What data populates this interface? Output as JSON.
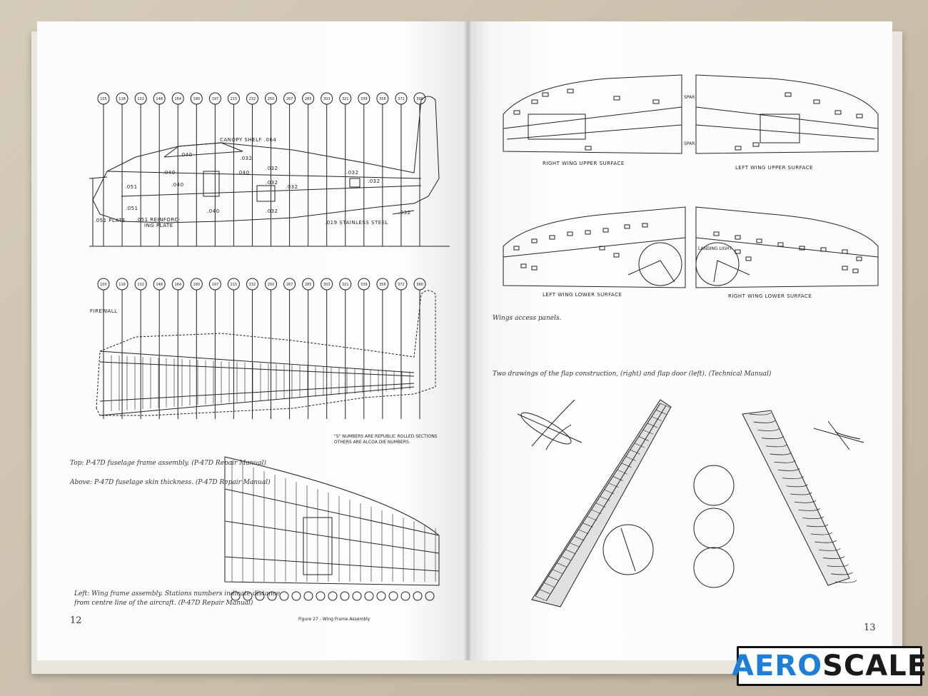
{
  "left_page": {
    "page_number": "12",
    "caption_top": "Top: P-47D fuselage frame assembly. (P-47D Repair Manual)",
    "caption_above": "Above: P-47D fuselage skin thickness. (P-47D Repair Manual)",
    "caption_left_line1": "Left: Wing frame assembly. Stations numbers indicate distance",
    "caption_left_line2": "from centre line of the aircraft. (P-47D Repair Manual)",
    "fig1_labels": {
      "canopy": "CANOPY SHELF .064",
      "stainless": ".019 STAINLESS STEEL",
      "plate": ".051 PLATE",
      "reinforcing1": ".051 REINFORC-",
      "reinforcing2": "ING PLATE"
    },
    "fig1_thickness": [
      ".040",
      ".032",
      ".032",
      ".032",
      ".040",
      ".040",
      ".051",
      ".040",
      ".032",
      ".032",
      ".032",
      ".032",
      ".040",
      ".032",
      ".051"
    ],
    "fig1_stations": [
      "105",
      "118",
      "132",
      "148",
      "164",
      "180",
      "197",
      "215",
      "232",
      "250",
      "267",
      "285",
      "303",
      "321",
      "339",
      "356",
      "372",
      "390"
    ],
    "fig2_labels": {
      "firewall": "FIREWALL",
      "note1": "\"S\" NUMBERS ARE REPUBLIC ROLLED SECTIONS",
      "note2": "OTHERS ARE ALCOA DIE NUMBERS."
    },
    "fig2_stations": [
      "105",
      "118",
      "132",
      "148",
      "164",
      "180",
      "197",
      "215",
      "232",
      "250",
      "267",
      "285",
      "303",
      "321",
      "339",
      "356",
      "372",
      "390"
    ],
    "fig3_title": "Figure 27 - Wing Frame Assembly"
  },
  "right_page": {
    "page_number": "13",
    "wing_labels": {
      "ru": "RIGHT WING UPPER SURFACE",
      "lu": "LEFT WING UPPER SURFACE",
      "ll": "LEFT WING LOWER SURFACE",
      "rl": "RIGHT WING LOWER SURFACE",
      "landing": "LANDING LIGHT",
      "spar": "SPAR"
    },
    "caption_wings": "Wings access panels.",
    "caption_flaps": "Two drawings of the flap construction, (right) and flap door (left). (Technical Manual)"
  },
  "logo": {
    "part1": "AERO",
    "part2": "SCALE"
  }
}
